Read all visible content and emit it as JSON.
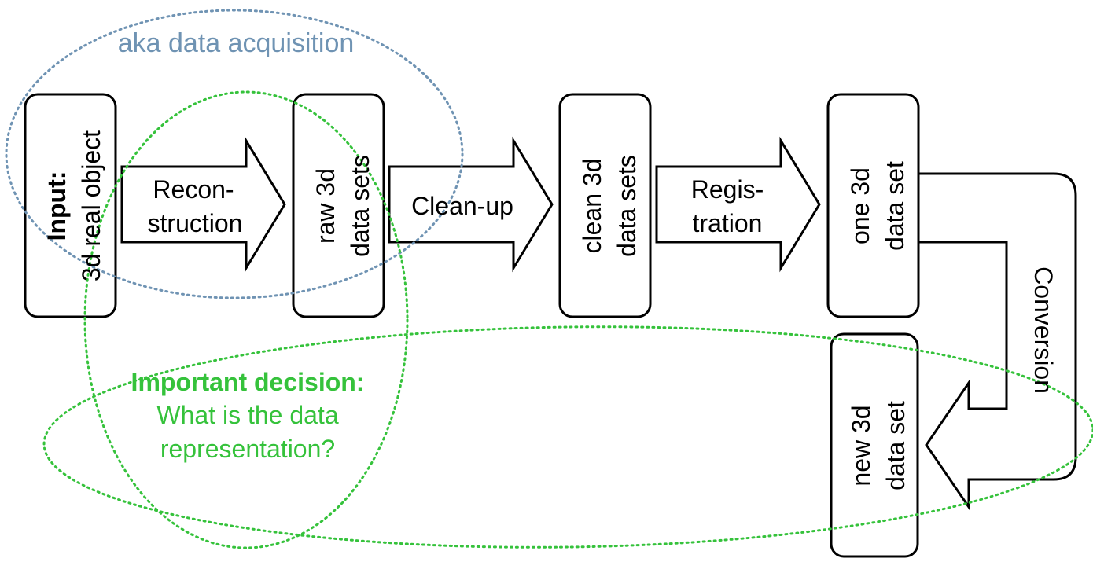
{
  "annotations": {
    "acquisition_label": "aka data acquisition",
    "decision_title": "Important decision:",
    "decision_line1": "What is the data",
    "decision_line2": "representation?"
  },
  "nodes": {
    "input": {
      "bold": "Input:",
      "line2": "3d real object"
    },
    "raw": {
      "line1": "raw 3d",
      "line2": "data sets"
    },
    "clean": {
      "line1": "clean 3d",
      "line2": "data sets"
    },
    "one": {
      "line1": "one 3d",
      "line2": "data set"
    },
    "new": {
      "line1": "new 3d",
      "line2": "data set"
    }
  },
  "arrows": {
    "reconstruction": {
      "line1": "Recon-",
      "line2": "struction"
    },
    "cleanup": {
      "line1": "Clean-up"
    },
    "registration": {
      "line1": "Regis-",
      "line2": "tration"
    },
    "conversion": {
      "line1": "Conversion"
    }
  },
  "colors": {
    "acquisition": "#6f93b3",
    "decision": "#35c23b",
    "stroke": "#000000",
    "fill": "#ffffff"
  }
}
